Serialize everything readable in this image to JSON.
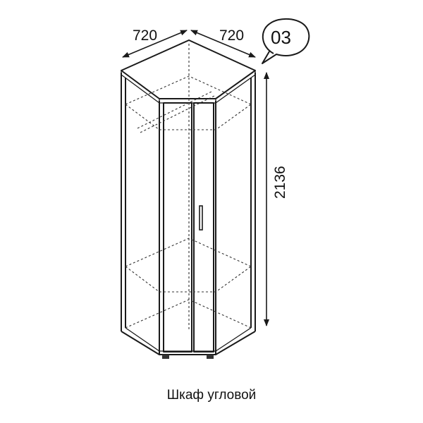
{
  "dimensions": {
    "width_left": "720",
    "width_right": "720",
    "height": "2136"
  },
  "badge_number": "03",
  "caption": "Шкаф угловой"
}
